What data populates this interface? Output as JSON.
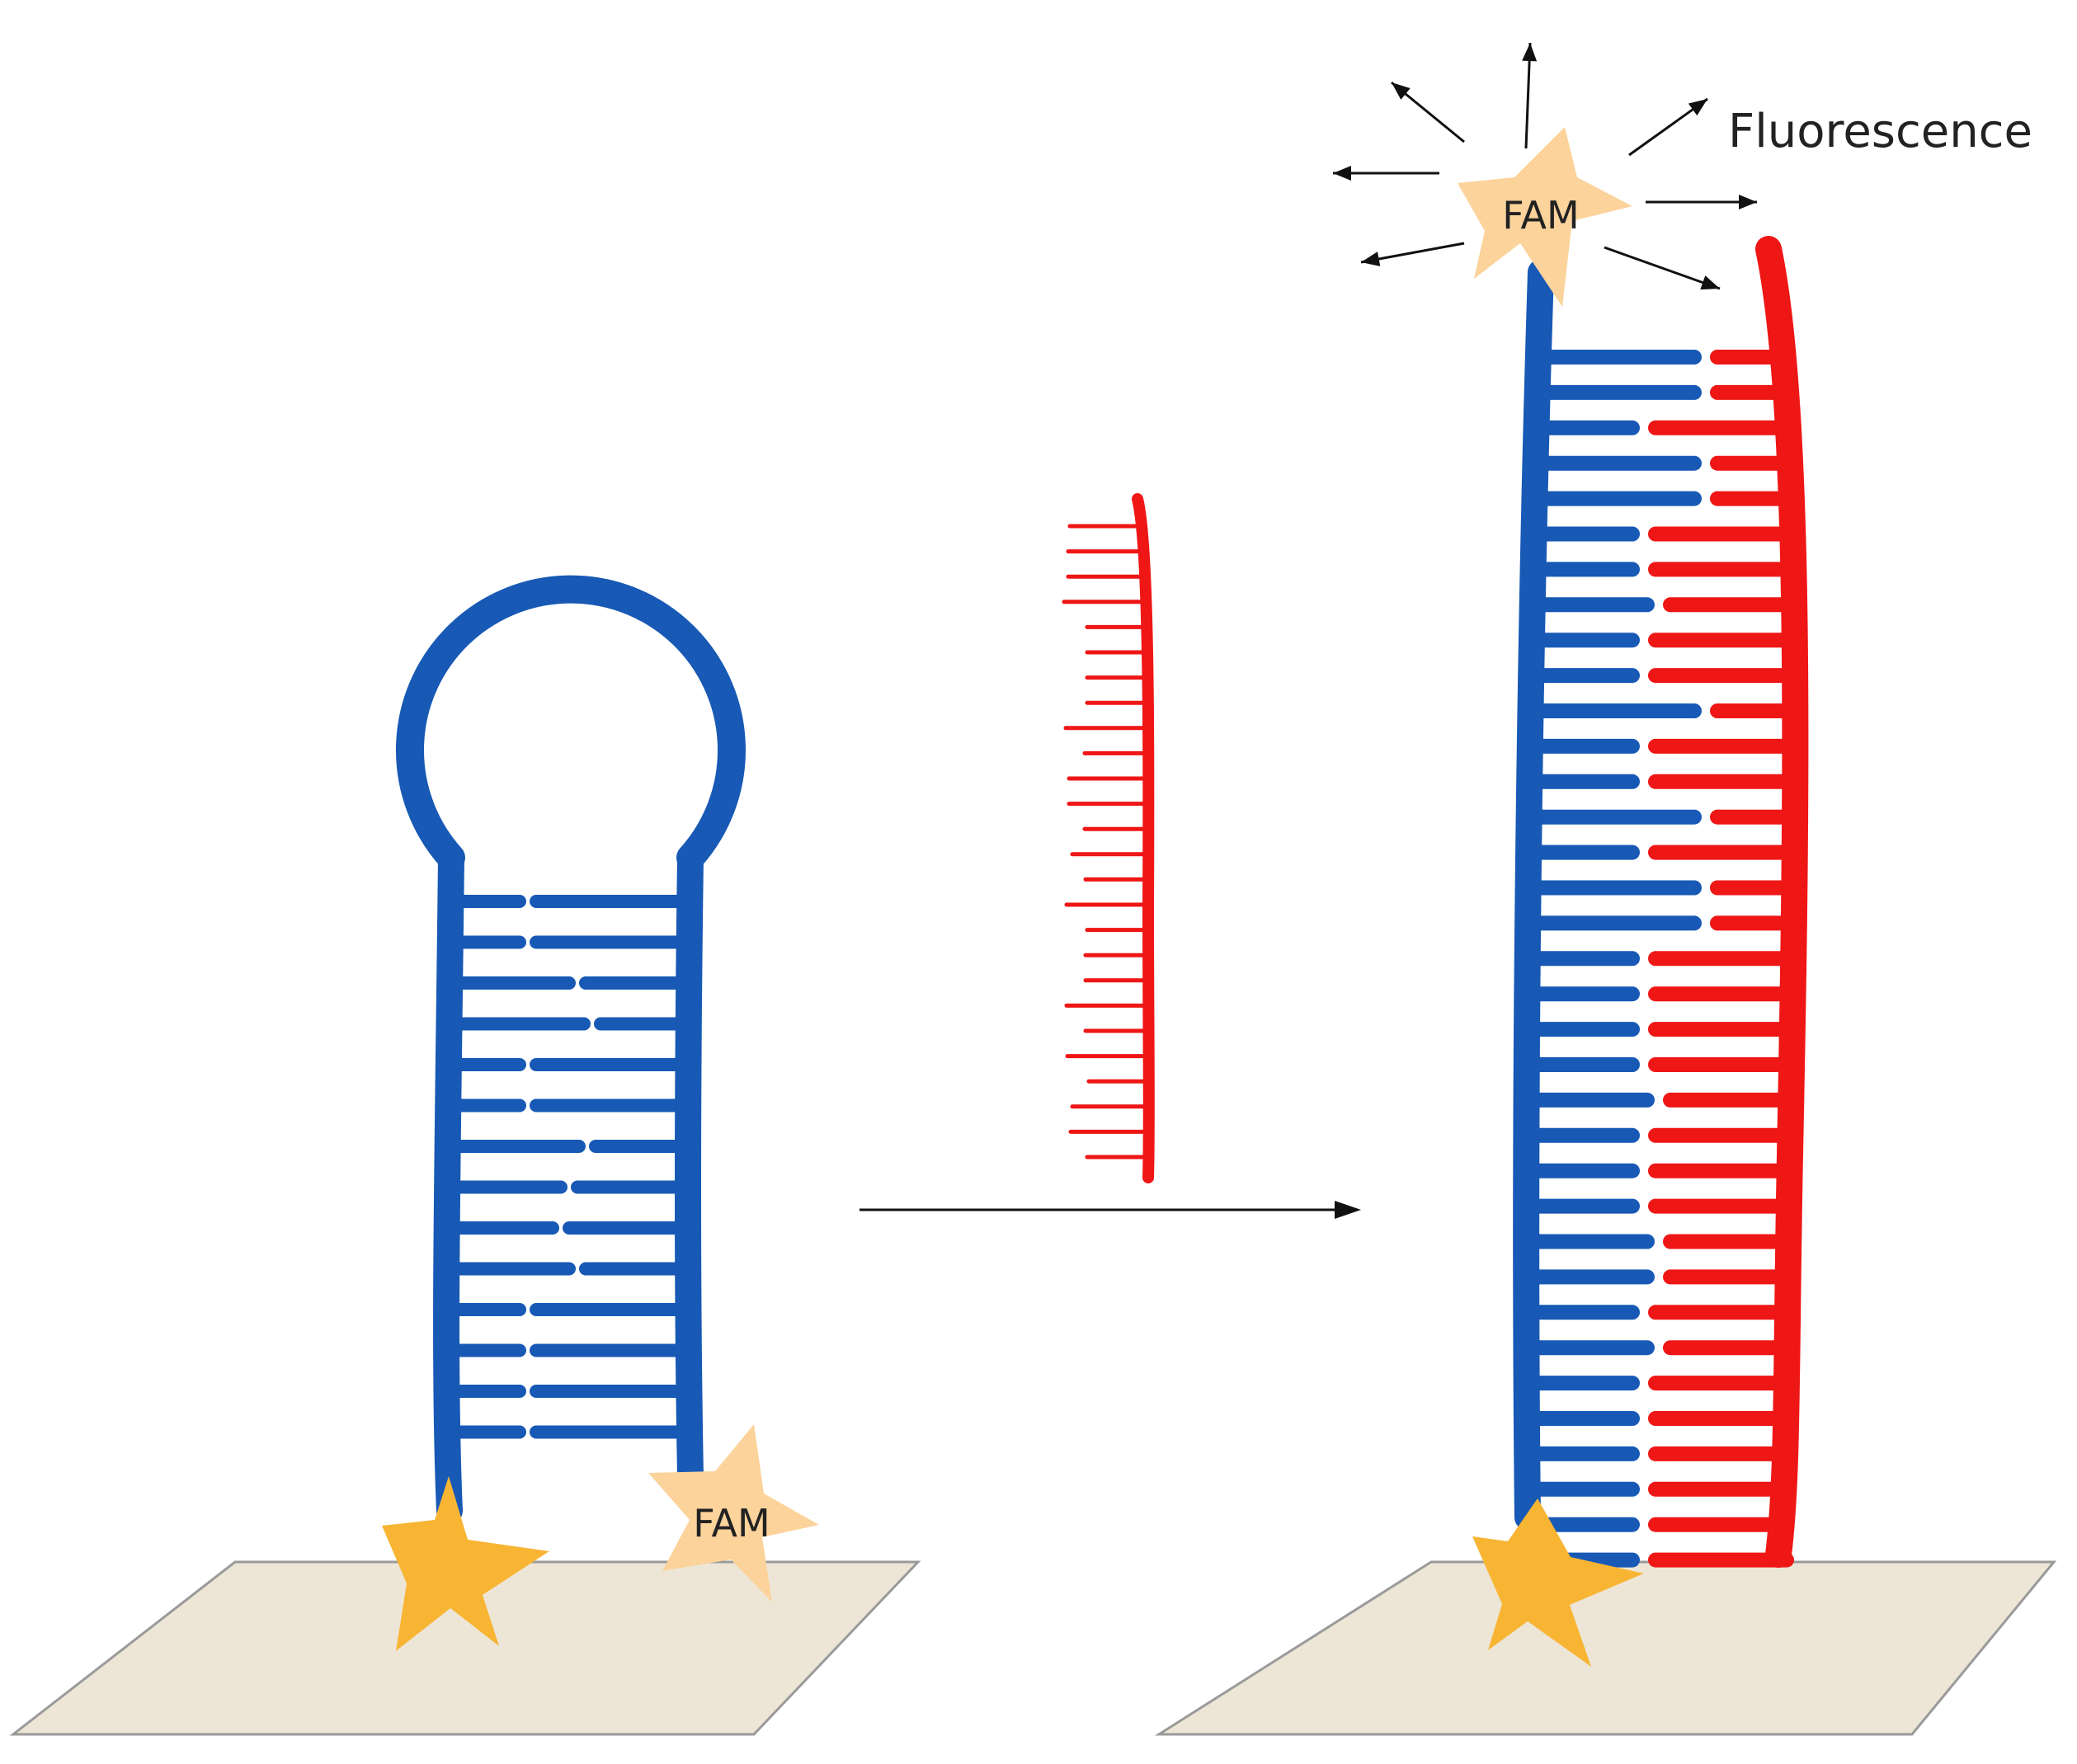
{
  "labels": {
    "fam_quenched": "FAM",
    "fam_emitting": "FAM",
    "fluorescence": "Fluorescence"
  },
  "colors": {
    "probe_strand": "#1759b5",
    "target_strand": "#ef1616",
    "surface": "#ede6d7",
    "surface_edge": "#9a9a9a",
    "anchor_star": "#f8b534",
    "fam_star": "#fbd39b",
    "arrow": "#111111"
  },
  "icons": {
    "anchor": "star-icon",
    "fluorophore": "star-icon",
    "reaction": "arrow-right-icon",
    "emission": "arrow-icon"
  }
}
